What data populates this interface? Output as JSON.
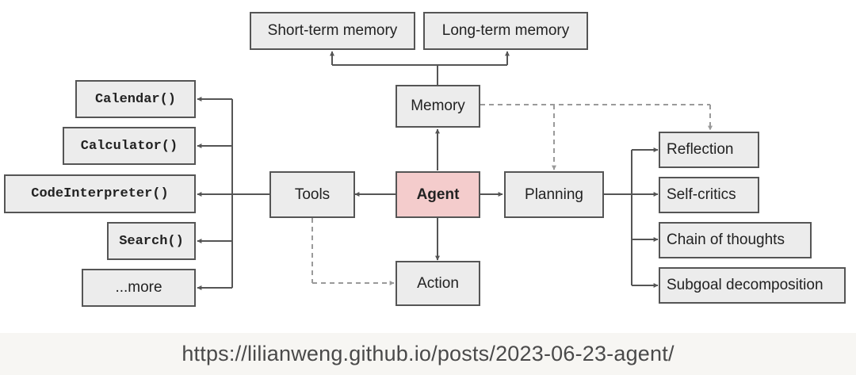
{
  "nodes": {
    "agent": "Agent",
    "memory": "Memory",
    "short_term_memory": "Short-term memory",
    "long_term_memory": "Long-term memory",
    "tools": "Tools",
    "planning": "Planning",
    "action": "Action",
    "tool_items": [
      "Calendar()",
      "Calculator()",
      "CodeInterpreter()",
      "Search()",
      "...more"
    ],
    "planning_items": [
      "Reflection",
      "Self-critics",
      "Chain of thoughts",
      "Subgoal decomposition"
    ]
  },
  "colors": {
    "agent_fill": "#f4cccc",
    "box_fill": "#ececec",
    "line": "#555555",
    "dashed_line": "#999999"
  },
  "footer": {
    "url": "https://lilianweng.github.io/posts/2023-06-23-agent/"
  }
}
